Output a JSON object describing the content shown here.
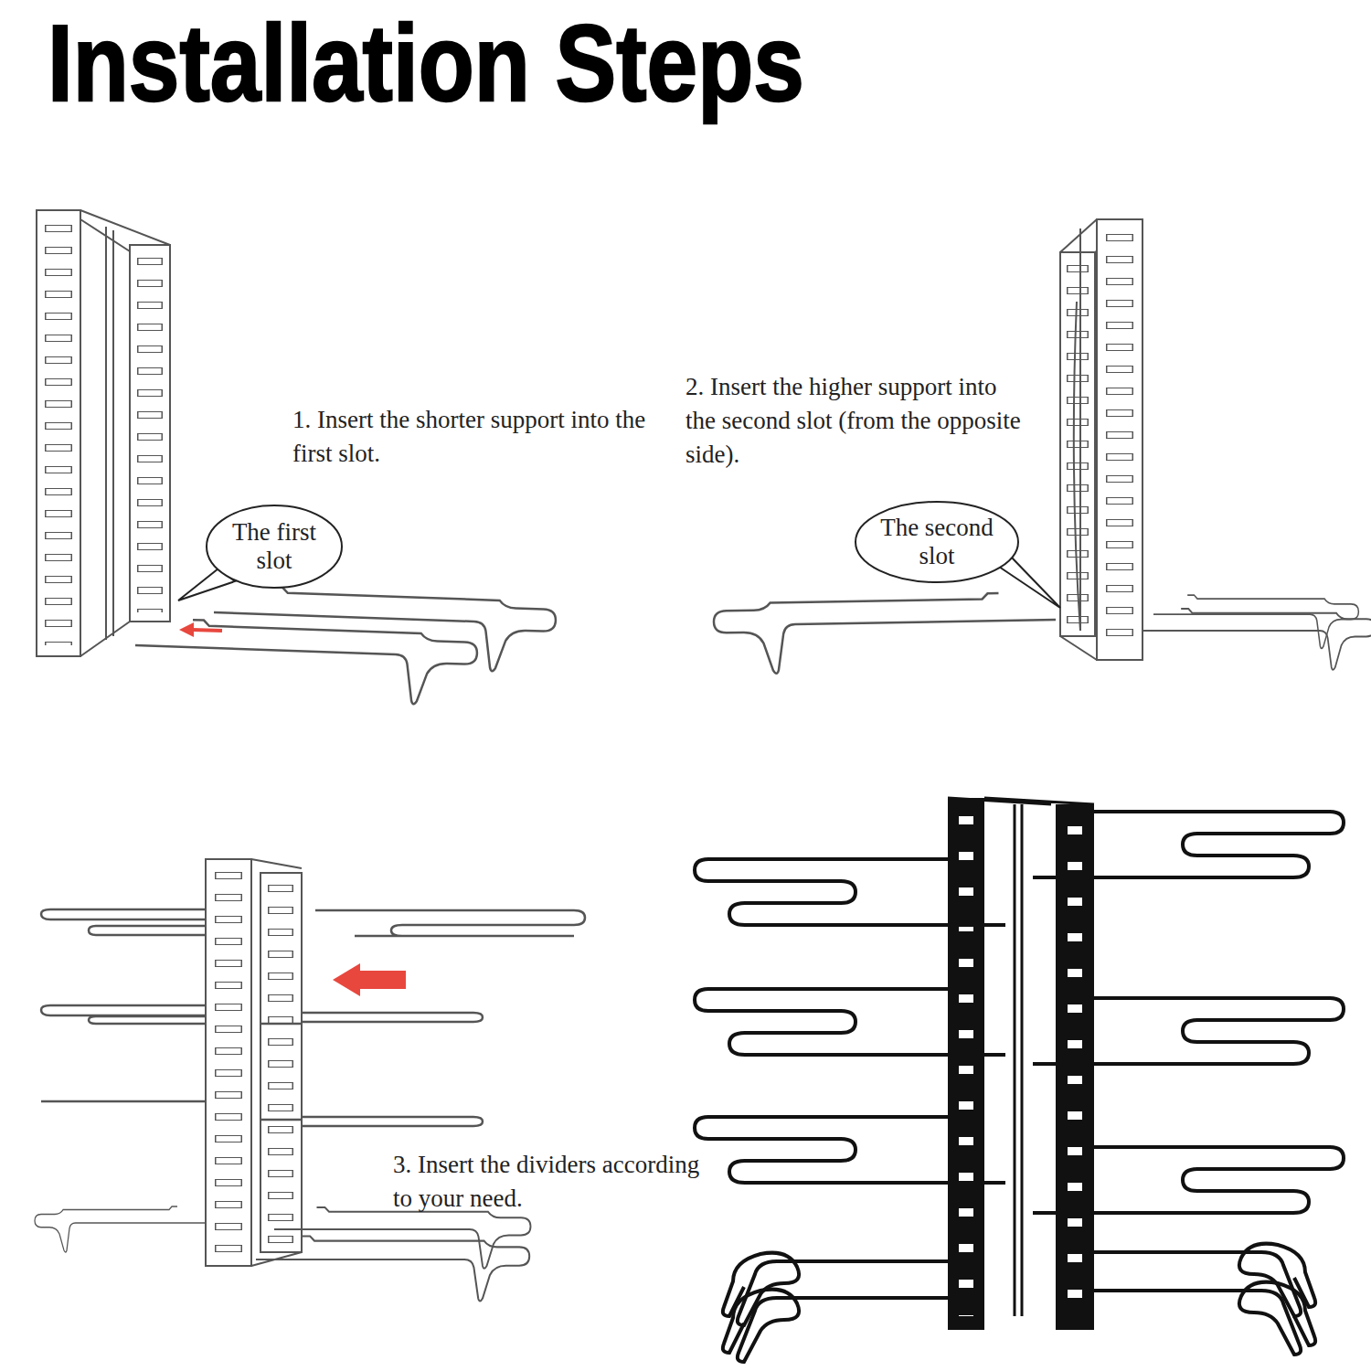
{
  "diagram": {
    "title": "Installation Steps",
    "nodes": [
      {
        "text": [
          "The first slot"
        ]
      },
      {
        "text": [
          "The second slot"
        ]
      }
    ],
    "labels": [
      "1. Insert the shorter support into the first slot.",
      "2. Insert the higher support into the second slot (from the opposite side).",
      "3. Insert the dividers according to your need."
    ]
  }
}
